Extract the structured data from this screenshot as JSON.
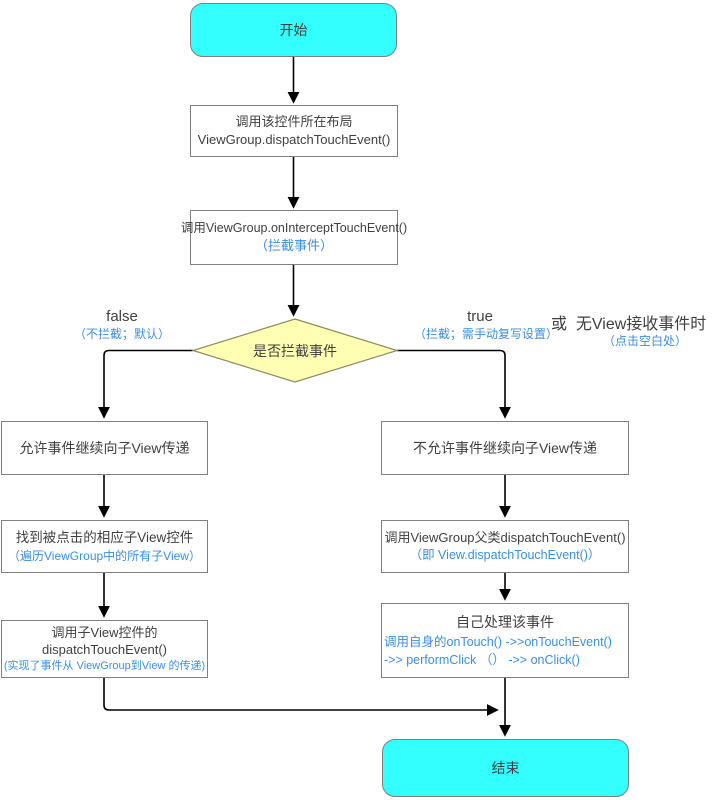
{
  "colors": {
    "terminal_fill": "#33ffff",
    "decision_fill": "#ffffb3",
    "note_blue": "#3e8ede",
    "line_black": "#000000",
    "box_border": "#808080"
  },
  "nodes": {
    "start": {
      "label": "开始"
    },
    "dispatch": {
      "line1": "调用该控件所在布局",
      "line2": "ViewGroup.dispatchTouchEvent()"
    },
    "intercept": {
      "line1": "调用ViewGroup.onInterceptTouchEvent()",
      "note": "（拦截事件）"
    },
    "decision": {
      "label": "是否拦截事件"
    },
    "allow": {
      "line1": "允许事件继续向子View传递"
    },
    "find_child": {
      "line1": "找到被点击的相应子View控件",
      "note": "（遍历ViewGroup中的所有子View）"
    },
    "child_dispatch": {
      "line1": "调用子View控件的",
      "line2": "dispatchTouchEvent()",
      "note": "(实现了事件从 ViewGroup到View 的传递)"
    },
    "disallow": {
      "line1": "不允许事件继续向子View传递"
    },
    "super_dispatch": {
      "line1": "调用ViewGroup父类dispatchTouchEvent()",
      "note": "（即 View.dispatchTouchEvent()）"
    },
    "self_handle": {
      "line1": "自己处理该事件",
      "note1": "调用自身的onTouch() ->>onTouchEvent()",
      "note2": "->> performClick （）  ->> onClick()"
    },
    "end": {
      "label": "结束"
    }
  },
  "branch_labels": {
    "false": {
      "label": "false",
      "note": "（不拦截；默认）"
    },
    "true": {
      "label": "true",
      "note": "（拦截；需手动复写设置）"
    },
    "or": {
      "label": "或",
      "phrase": "无View接收事件时",
      "note": "（点击空白处）"
    }
  }
}
